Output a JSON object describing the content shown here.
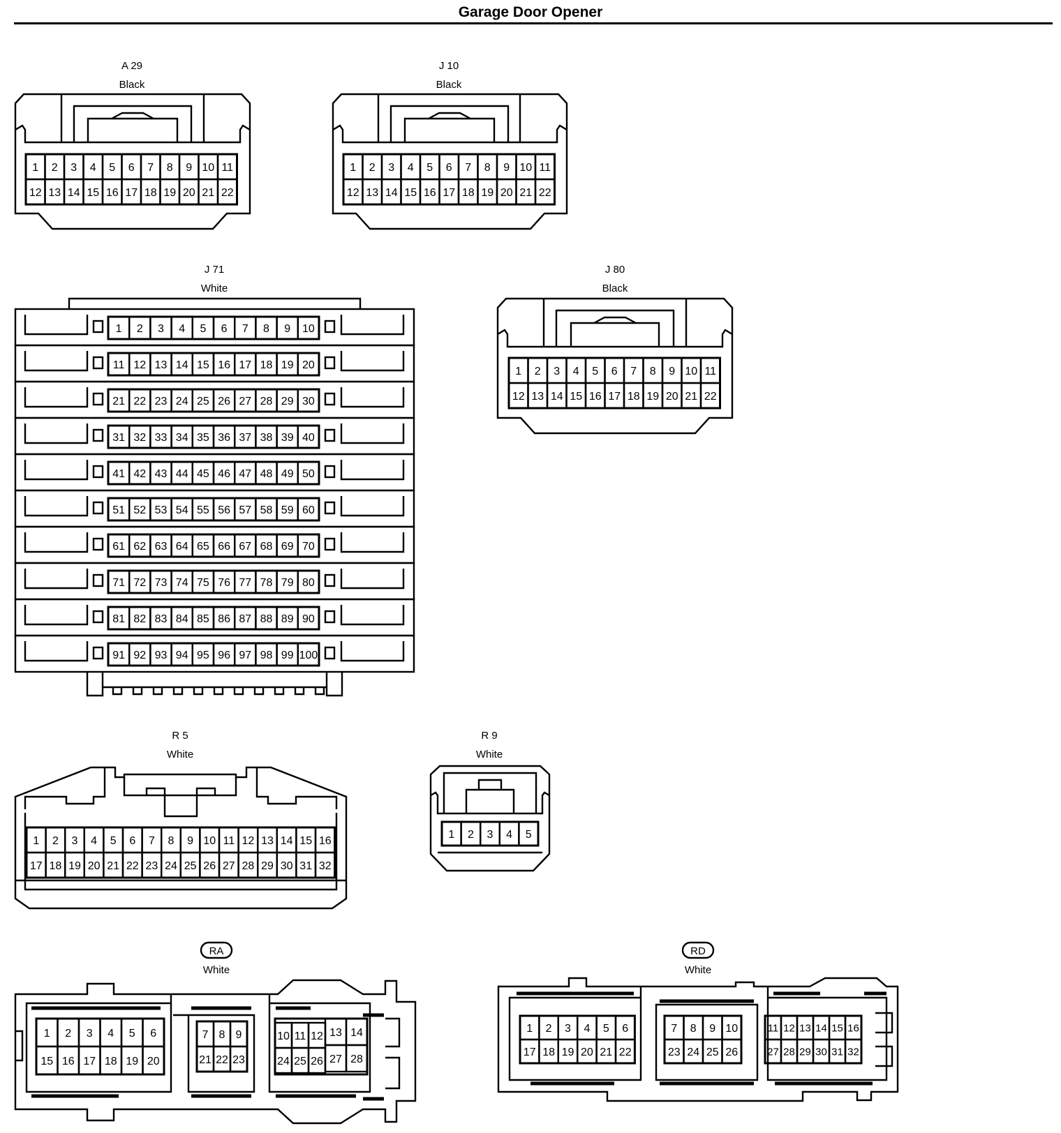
{
  "title": "Garage Door Opener",
  "connectors": [
    {
      "id": "A 29",
      "color": "Black",
      "pin_rows": [
        [
          1,
          2,
          3,
          4,
          5,
          6,
          7,
          8,
          9,
          10,
          11
        ],
        [
          12,
          13,
          14,
          15,
          16,
          17,
          18,
          19,
          20,
          21,
          22
        ]
      ]
    },
    {
      "id": "J 10",
      "color": "Black",
      "pin_rows": [
        [
          1,
          2,
          3,
          4,
          5,
          6,
          7,
          8,
          9,
          10,
          11
        ],
        [
          12,
          13,
          14,
          15,
          16,
          17,
          18,
          19,
          20,
          21,
          22
        ]
      ]
    },
    {
      "id": "J 71",
      "color": "White",
      "pin_rows": [
        [
          1,
          2,
          3,
          4,
          5,
          6,
          7,
          8,
          9,
          10
        ],
        [
          11,
          12,
          13,
          14,
          15,
          16,
          17,
          18,
          19,
          20
        ],
        [
          21,
          22,
          23,
          24,
          25,
          26,
          27,
          28,
          29,
          30
        ],
        [
          31,
          32,
          33,
          34,
          35,
          36,
          37,
          38,
          39,
          40
        ],
        [
          41,
          42,
          43,
          44,
          45,
          46,
          47,
          48,
          49,
          50
        ],
        [
          51,
          52,
          53,
          54,
          55,
          56,
          57,
          58,
          59,
          60
        ],
        [
          61,
          62,
          63,
          64,
          65,
          66,
          67,
          68,
          69,
          70
        ],
        [
          71,
          72,
          73,
          74,
          75,
          76,
          77,
          78,
          79,
          80
        ],
        [
          81,
          82,
          83,
          84,
          85,
          86,
          87,
          88,
          89,
          90
        ],
        [
          91,
          92,
          93,
          94,
          95,
          96,
          97,
          98,
          99,
          100
        ]
      ]
    },
    {
      "id": "J 80",
      "color": "Black",
      "pin_rows": [
        [
          1,
          2,
          3,
          4,
          5,
          6,
          7,
          8,
          9,
          10,
          11
        ],
        [
          12,
          13,
          14,
          15,
          16,
          17,
          18,
          19,
          20,
          21,
          22
        ]
      ]
    },
    {
      "id": "R 5",
      "color": "White",
      "pin_rows": [
        [
          1,
          2,
          3,
          4,
          5,
          6,
          7,
          8,
          9,
          10,
          11,
          12,
          13,
          14,
          15,
          16
        ],
        [
          17,
          18,
          19,
          20,
          21,
          22,
          23,
          24,
          25,
          26,
          27,
          28,
          29,
          30,
          31,
          32
        ]
      ]
    },
    {
      "id": "R 9",
      "color": "White",
      "pin_rows": [
        [
          1,
          2,
          3,
          4,
          5
        ]
      ]
    },
    {
      "id": "RA",
      "color": "White",
      "pin_groups": [
        [
          [
            1,
            2,
            3,
            4,
            5,
            6
          ],
          [
            15,
            16,
            17,
            18,
            19,
            20
          ]
        ],
        [
          [
            7,
            8,
            9
          ],
          [
            21,
            22,
            23
          ]
        ],
        [
          [
            10,
            11,
            12
          ],
          [
            24,
            25,
            26
          ]
        ],
        [
          [
            13,
            14
          ],
          [
            27,
            28
          ]
        ]
      ]
    },
    {
      "id": "RD",
      "color": "White",
      "pin_groups": [
        [
          [
            1,
            2,
            3,
            4,
            5,
            6
          ],
          [
            17,
            18,
            19,
            20,
            21,
            22
          ]
        ],
        [
          [
            7,
            8,
            9,
            10
          ],
          [
            23,
            24,
            25,
            26
          ]
        ],
        [
          [
            11,
            12,
            13,
            14,
            15,
            16
          ],
          [
            27,
            28,
            29,
            30,
            31,
            32
          ]
        ]
      ]
    }
  ]
}
